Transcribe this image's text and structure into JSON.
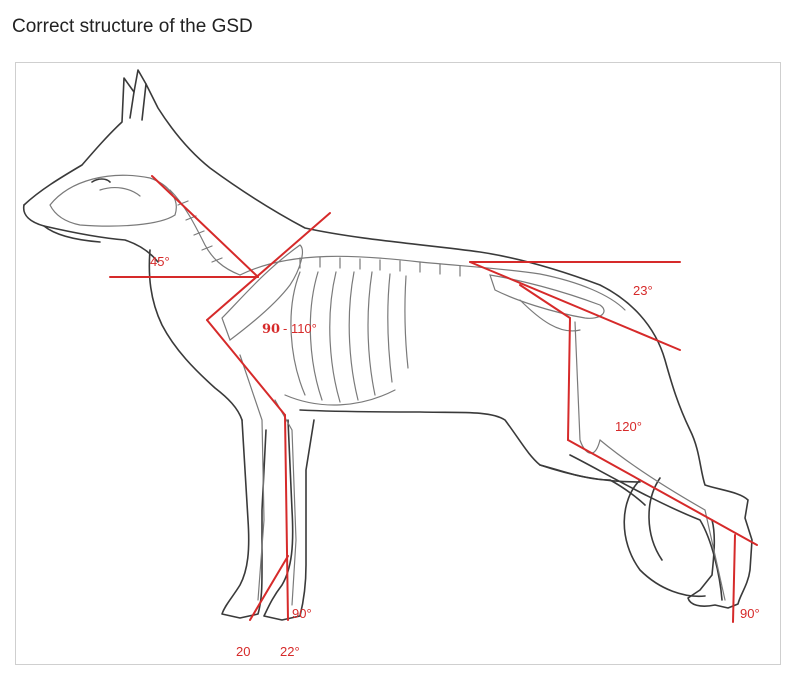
{
  "page": {
    "title": "Correct structure of the GSD"
  },
  "colors": {
    "line": "#d62a2a",
    "sketch": "#3a3a3a",
    "bone": "#7a7a7a",
    "border": "#cfcfcf"
  },
  "angles": {
    "shoulder": "45°",
    "upper_arm": {
      "bold": "90",
      "rest": " - 110°"
    },
    "croup": "23°",
    "stifle": "120°",
    "front_pastern_90": "90°",
    "front_pastern_20": "20",
    "front_pastern_22": "22°",
    "rear_foot": "90°"
  }
}
